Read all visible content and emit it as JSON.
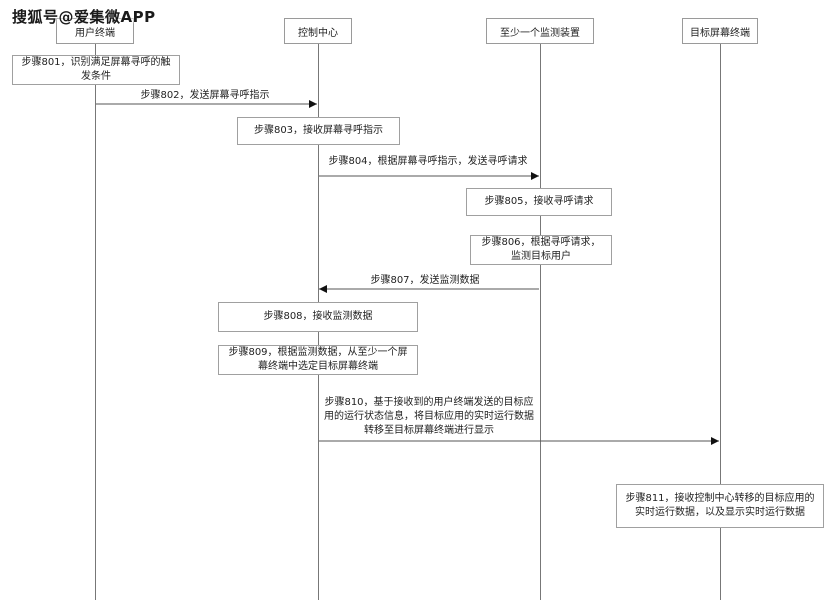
{
  "watermark": "搜狐号@爱集微APP",
  "actors": [
    {
      "id": "user",
      "label": "用户终端"
    },
    {
      "id": "control",
      "label": "控制中心"
    },
    {
      "id": "monitor",
      "label": "至少一个监测装置"
    },
    {
      "id": "target",
      "label": "目标屏幕终端"
    }
  ],
  "steps": {
    "s801": "步骤801，识别满足屏幕寻呼的触发条件",
    "s802": "步骤802，发送屏幕寻呼指示",
    "s803": "步骤803，接收屏幕寻呼指示",
    "s804": "步骤804，根据屏幕寻呼指示，发送寻呼请求",
    "s805": "步骤805，接收寻呼请求",
    "s806": "步骤806，根据寻呼请求，监测目标用户",
    "s807": "步骤807，发送监测数据",
    "s808": "步骤808，接收监测数据",
    "s809": "步骤809，根据监测数据，从至少一个屏幕终端中选定目标屏幕终端",
    "s810": "步骤810，基于接收到的用户终端发送的目标应用的运行状态信息，将目标应用的实时运行数据转移至目标屏幕终端进行显示",
    "s811": "步骤811，接收控制中心转移的目标应用的实时运行数据，以及显示实时运行数据"
  },
  "colors": {
    "line": "#777777",
    "arrow": "#111111",
    "box_border": "#a0a0a0"
  }
}
